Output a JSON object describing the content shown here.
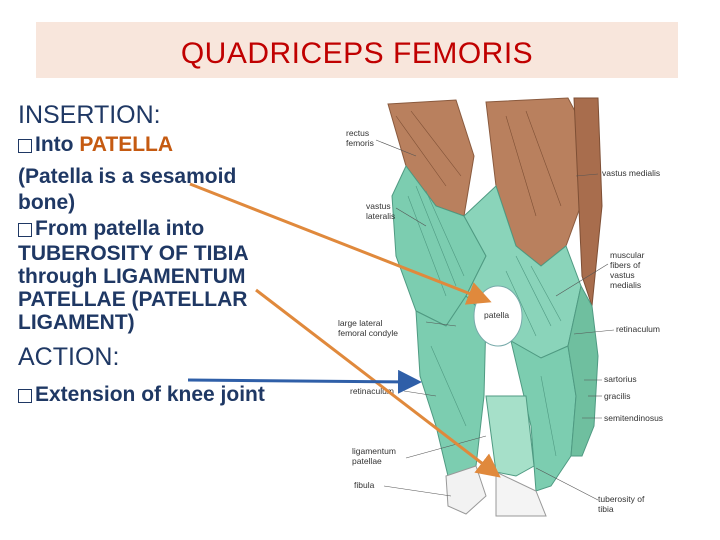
{
  "title": "QUADRICEPS FEMORIS",
  "insertion": {
    "heading": "INSERTION:",
    "bullet1_prefix": "Into ",
    "bullet1_highlight": "PATELLA",
    "note_line1": "(Patella is a sesamoid",
    "note_line2": "bone)",
    "bullet2_line1": "From patella into",
    "bullet2_line2": "TUBEROSITY OF TIBIA",
    "bullet2_line3": "through LIGAMENTUM",
    "bullet2_line4": "PATELLAE (PATELLAR",
    "bullet2_line5": "LIGAMENT)"
  },
  "action": {
    "heading": "ACTION:",
    "bullet1": "Extension of knee joint"
  },
  "figure_labels": {
    "rectus_femoris_1": "rectus",
    "rectus_femoris_2": "femoris",
    "vastus_lateralis_1": "vastus",
    "vastus_lateralis_2": "lateralis",
    "large_lateral_1": "large lateral",
    "large_lateral_2": "femoral condyle",
    "retinaculum_left": "retinaculum",
    "lig_patellae_1": "ligamentum",
    "lig_patellae_2": "patellae",
    "fibula": "fibula",
    "patella": "patella",
    "vastus_medialis": "vastus medialis",
    "muscular_fibers_1": "muscular",
    "muscular_fibers_2": "fibers of",
    "muscular_fibers_3": "vastus",
    "muscular_fibers_4": "medialis",
    "retinaculum_right": "retinaculum",
    "sartorius": "sartorius",
    "gracilis": "gracilis",
    "semitendinosus": "semitendinosus",
    "tuberosity_1": "tuberosity of",
    "tuberosity_2": "tibia"
  },
  "colors": {
    "title_bg": "#f8e6dc",
    "title_text": "#c00000",
    "body_text": "#1f3864",
    "highlight": "#c55a11",
    "muscle_green": "#7ccdb0",
    "muscle_brown": "#b9805e",
    "arrow_orange": "#e0893c",
    "arrow_blue": "#2f5fa8"
  }
}
